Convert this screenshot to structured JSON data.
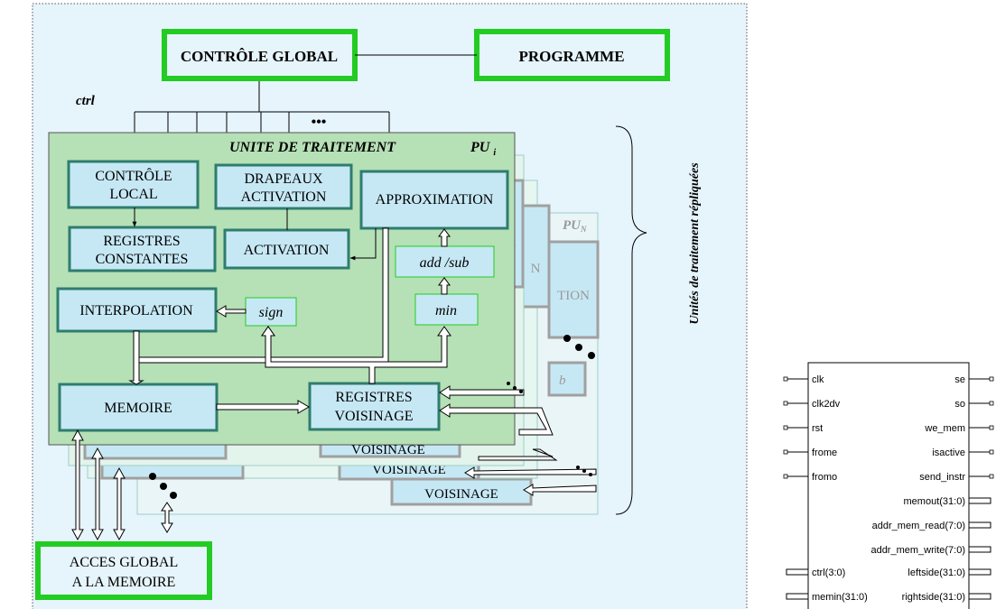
{
  "colors": {
    "panel_bg": "#e6f4fb",
    "green_border": "#22cc22",
    "pu_fill": "#b6e0b6",
    "box_fill": "#c6e8f4",
    "box_border": "#2e7d6e",
    "faded_border": "#a0a0a0"
  },
  "architecture": {
    "global_control": "CONTRÔLE GLOBAL",
    "program": "PROGRAMME",
    "ctrl_label": "ctrl",
    "ellipsis": "•••",
    "replicated_label": "Unités de traitement répliquées",
    "global_memory_access": [
      "ACCES GLOBAL",
      "A LA MEMOIRE"
    ],
    "processing_unit": {
      "title": "UNITE DE TRAITEMENT",
      "pu_label": "PU",
      "pu_sub": "i",
      "local_control": [
        "CONTRÔLE",
        "LOCAL"
      ],
      "activation_flags": [
        "DRAPEAUX",
        "ACTIVATION"
      ],
      "approximation": "APPROXIMATION",
      "constant_registers": [
        "REGISTRES",
        "CONSTANTES"
      ],
      "activation": "ACTIVATION",
      "add_sub": "add /sub",
      "interpolation": "INTERPOLATION",
      "sign": "sign",
      "min": "min",
      "memory": "MEMOIRE",
      "neighborhood_registers": [
        "REGISTRES",
        "VOISINAGE"
      ]
    },
    "replicas": {
      "pu_n_label": "PU",
      "pu_n_sub": "N",
      "voisinage": "VOISINAGE",
      "faded_tion": "TION",
      "faded_n": "N",
      "faded_b": "b"
    }
  },
  "component": {
    "left_ports": [
      "clk",
      "clk2dv",
      "rst",
      "frome",
      "fromo"
    ],
    "right_ports": [
      "se",
      "so",
      "we_mem",
      "isactive",
      "send_instr"
    ],
    "right_bus_ports": [
      "memout(31:0)",
      "addr_mem_read(7:0)",
      "addr_mem_write(7:0)"
    ],
    "bottom_ports": [
      {
        "left": "ctrl(3:0)",
        "right": "leftside(31:0)"
      },
      {
        "left": "memin(31:0)",
        "right": "rightside(31:0)"
      }
    ]
  }
}
